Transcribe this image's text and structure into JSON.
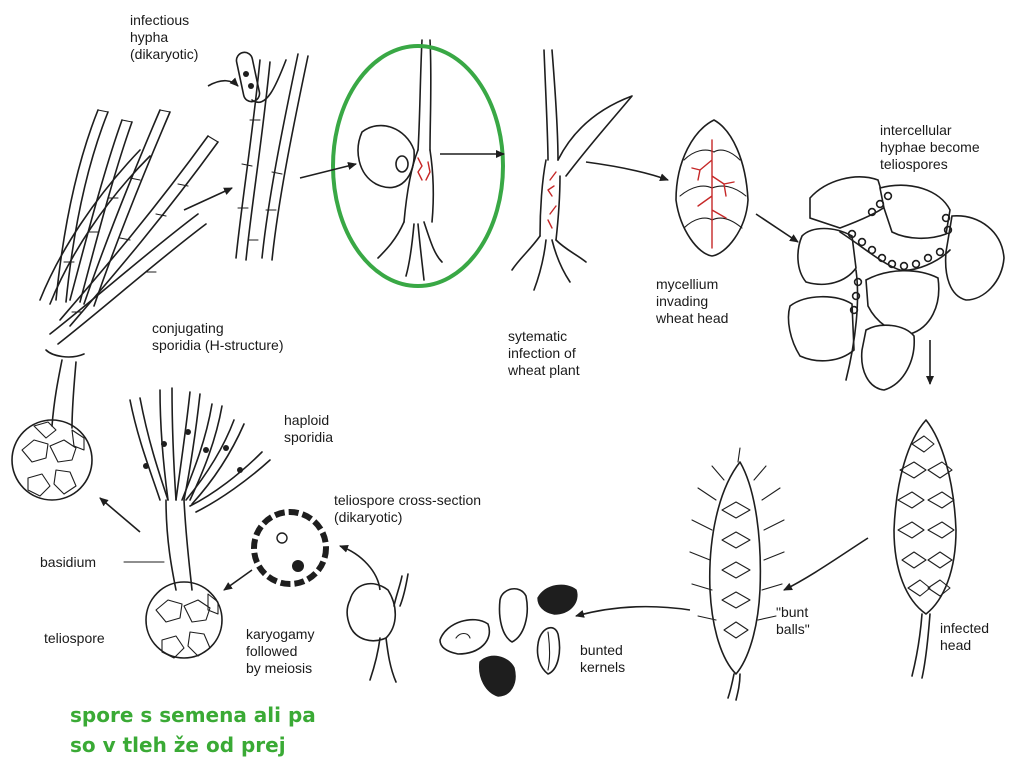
{
  "labels": {
    "infectious_hypha": "infectious\nhypha\n(dikaryotic)",
    "conjugating_sporidia": "conjugating\nsporidia (H-structure)",
    "systemic_infection": "sytematic\ninfection of\nwheat plant",
    "mycelium_invading": "mycellium\ninvading\nwheat head",
    "intercellular_hyphae": "intercellular\nhyphae become\nteliospores",
    "infected_head": "infected\nhead",
    "bunt_balls": "\"bunt\nballs\"",
    "bunted_kernels": "bunted\nkernels",
    "teliospore_cross_section": "teliospore cross-section\n(dikaryotic)",
    "karyogamy": "karyogamy\nfollowed\nby meiosis",
    "haploid_sporidia": "haploid\nsporidia",
    "basidium": "basidium",
    "teliospore": "teliospore"
  },
  "note": {
    "text": "spore s semena ali  pa\nso v tleh že od prej",
    "color": "#3aaa35"
  },
  "highlight": {
    "color": "#39a845"
  },
  "colors": {
    "ink": "#1e1e1e",
    "mycelium": "#c62828"
  }
}
